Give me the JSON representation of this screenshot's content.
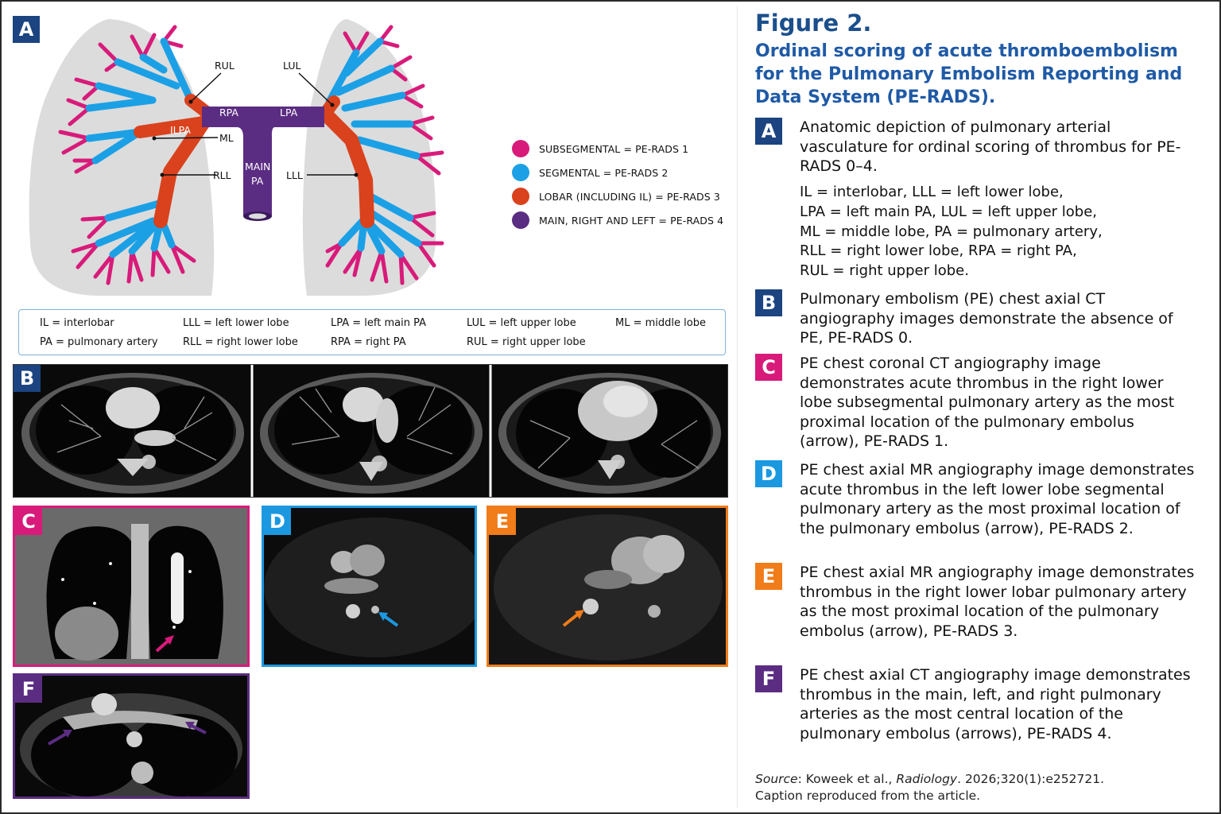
{
  "figure": {
    "title": "Figure 2.",
    "subtitle": "Ordinal scoring of acute thromboembolism for the Pulmonary Embolism Reporting and Data System (PE-RADS)."
  },
  "panels": {
    "A": {
      "letter": "A",
      "color": "#1b4480"
    },
    "B": {
      "letter": "B",
      "color": "#1b4480"
    },
    "C": {
      "letter": "C",
      "color": "#d81b7a"
    },
    "D": {
      "letter": "D",
      "color": "#1b98e0"
    },
    "E": {
      "letter": "E",
      "color": "#f07c1a"
    },
    "F": {
      "letter": "F",
      "color": "#5b2d82"
    }
  },
  "diagram": {
    "labels": {
      "rul": "RUL",
      "lul": "LUL",
      "rpa": "RPA",
      "lpa": "LPA",
      "ilpa": "ILPA",
      "ml": "ML",
      "rll": "RLL",
      "lll": "LLL",
      "main_1": "MAIN",
      "main_2": "PA"
    },
    "legend": [
      {
        "label": "SUBSEGMENTAL = PE-RADS 1",
        "color": "#d81b7a"
      },
      {
        "label": "SEGMENTAL = PE-RADS 2",
        "color": "#1ba0e6"
      },
      {
        "label": "LOBAR (INCLUDING IL) = PE-RADS 3",
        "color": "#d9421d"
      },
      {
        "label": "MAIN, RIGHT AND LEFT = PE-RADS 4",
        "color": "#5b2d82"
      }
    ],
    "abbreviations": [
      "IL  = interlobar",
      "LLL = left lower lobe",
      "LPA  = left main PA",
      "LUL  = left upper lobe",
      "ML = middle lobe",
      "PA  = pulmonary artery",
      "RLL = right lower lobe",
      "RPA  = right PA",
      "RUL = right upper lobe"
    ]
  },
  "captions": {
    "A": {
      "text": "Anatomic depiction of pulmonary arterial vasculature for ordinal scoring of thrombus for PE-RADS 0–4.",
      "abbr_lines": [
        "IL = interlobar, LLL = left lower lobe,",
        "LPA = left main PA, LUL = left upper lobe,",
        "ML = middle lobe, PA = pulmonary artery,",
        "RLL = right lower lobe, RPA = right PA,",
        "RUL = right upper lobe."
      ]
    },
    "B": {
      "text": "Pulmonary embolism (PE) chest axial CT angiography images demonstrate the absence of PE, PE-RADS 0."
    },
    "C": {
      "text": "PE chest coronal CT angiography image demonstrates acute thrombus in the right lower lobe subsegmental pulmonary artery as the most proximal location of the pulmonary embolus (arrow), PE-RADS 1."
    },
    "D": {
      "text": "PE chest axial MR angiography image demonstrates acute thrombus in the left lower lobe segmental pulmonary artery as the most proximal location of the pulmonary embolus (arrow), PE-RADS 2."
    },
    "E": {
      "text": "PE chest axial MR angiography image demonstrates thrombus in the right lower lobar pulmonary artery as the most proximal location of the pulmonary embolus (arrow), PE-RADS 3."
    },
    "F": {
      "text": "PE chest axial CT angiography image demonstrates thrombus in the main, left, and right pulmonary arteries as the most central location of the pulmonary embolus (arrows), PE-RADS 4."
    }
  },
  "source": {
    "label": "Source",
    "authors": ": Koweek et al., ",
    "journal": "Radiology",
    "citation": ". 2026;320(1):e252721.",
    "note": "Caption reproduced from the article."
  }
}
